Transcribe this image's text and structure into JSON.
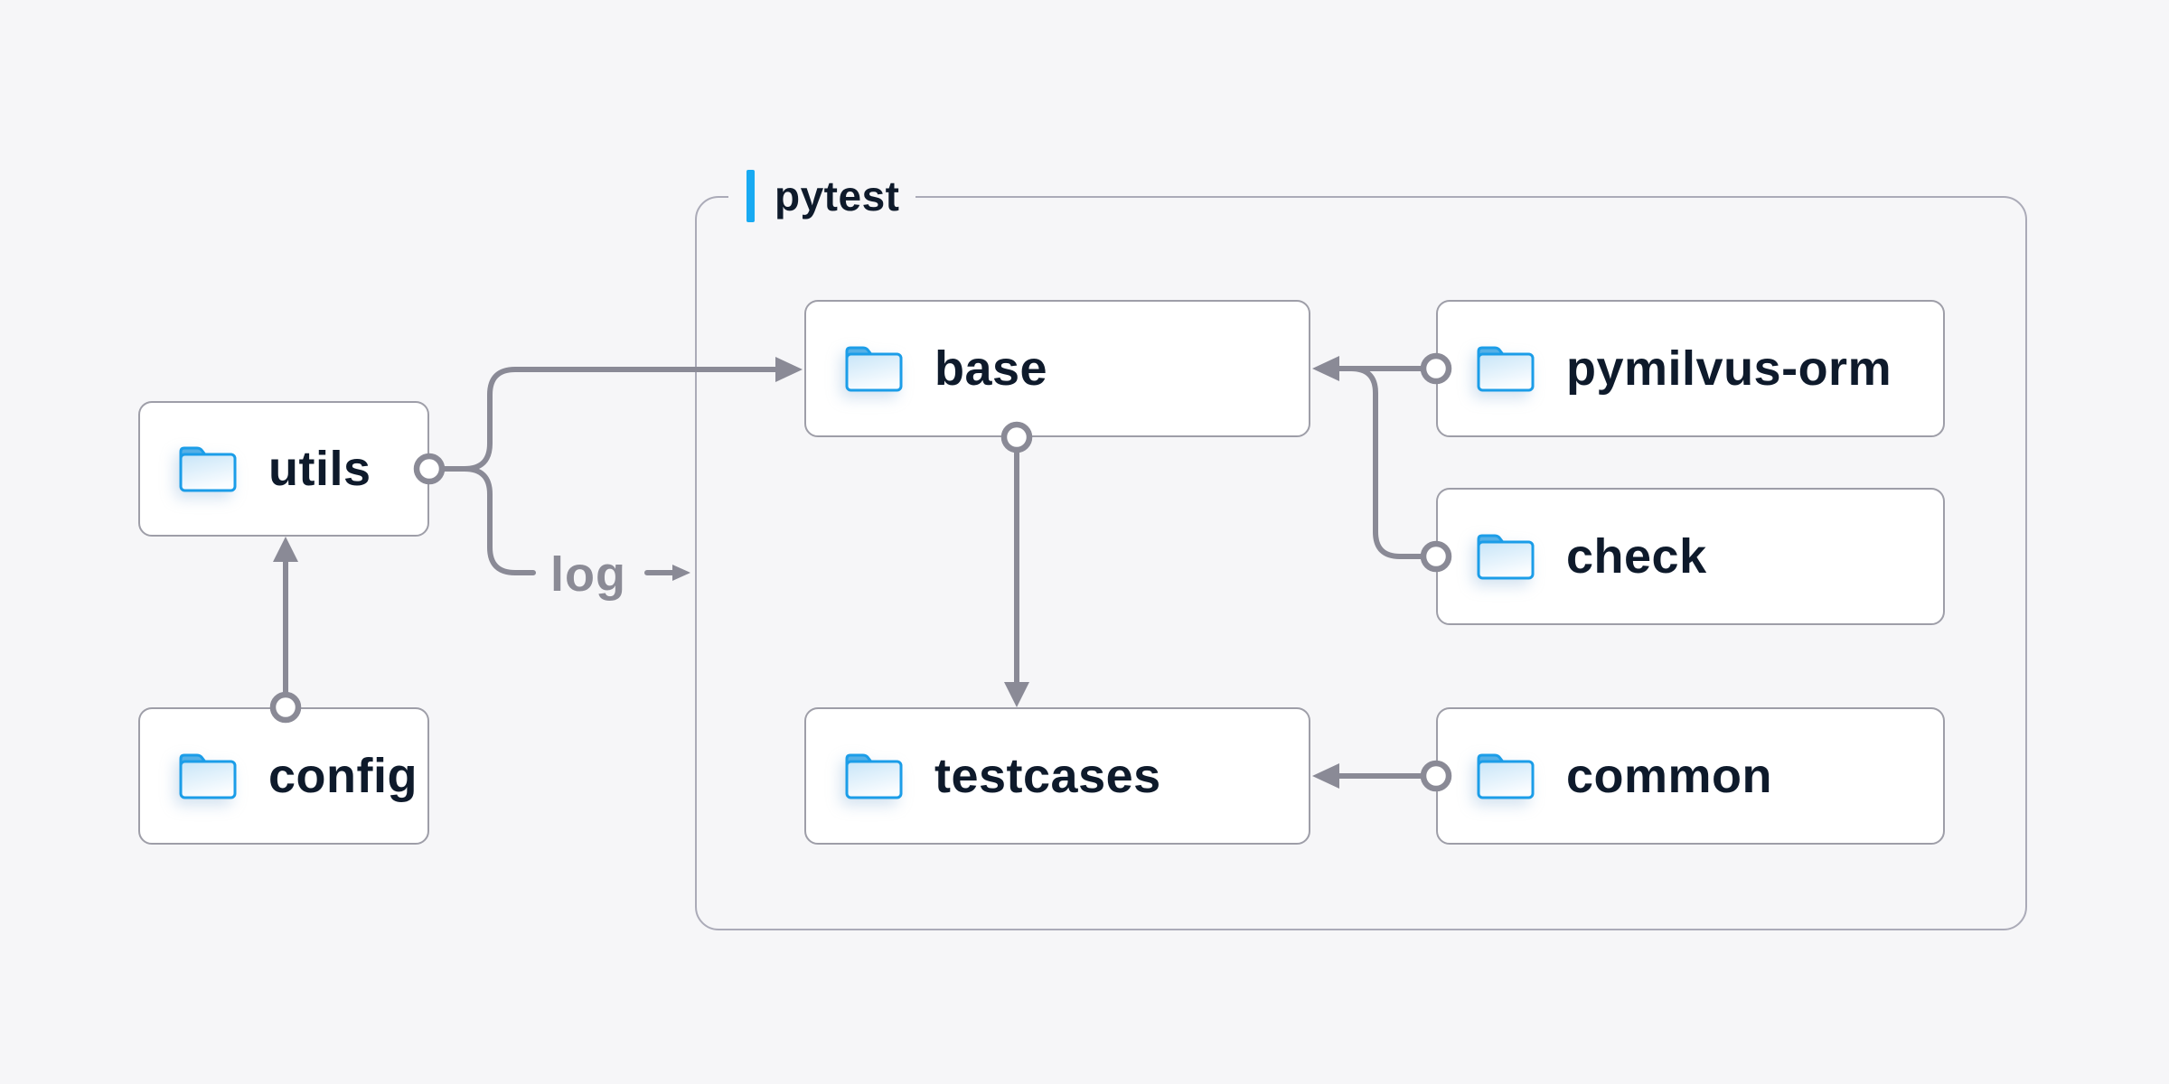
{
  "container": {
    "label": "pytest"
  },
  "nodes": {
    "utils": {
      "label": "utils"
    },
    "config": {
      "label": "config"
    },
    "base": {
      "label": "base"
    },
    "pymilvus_orm": {
      "label": "pymilvus-orm"
    },
    "check": {
      "label": "check"
    },
    "testcases": {
      "label": "testcases"
    },
    "common": {
      "label": "common"
    }
  },
  "edges": {
    "log_label": "log",
    "list": [
      {
        "from": "config",
        "to": "utils"
      },
      {
        "from": "utils",
        "to": "base"
      },
      {
        "from": "utils",
        "to": "pytest",
        "label": "log"
      },
      {
        "from": "pymilvus-orm",
        "to": "base"
      },
      {
        "from": "check",
        "to": "base"
      },
      {
        "from": "base",
        "to": "testcases"
      },
      {
        "from": "common",
        "to": "testcases"
      }
    ]
  },
  "colors": {
    "background": "#f6f6f8",
    "node_fill": "#ffffff",
    "node_border": "#9e9ea8",
    "container_border": "#ababb8",
    "line": "#8a8a96",
    "text": "#0e1a2b",
    "muted_text": "#8b8b96",
    "accent": "#18aaf2",
    "folder_stroke": "#1b9de8"
  }
}
